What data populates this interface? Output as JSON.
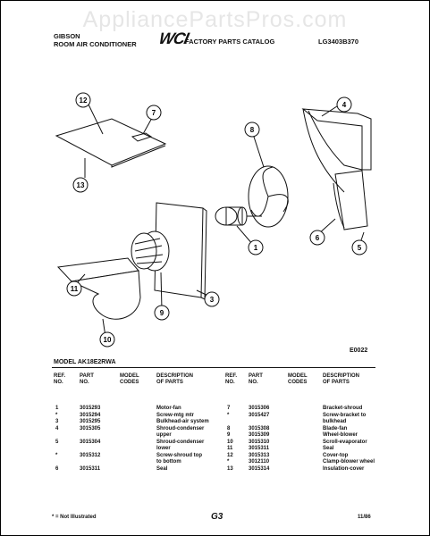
{
  "watermark": "AppliancePartsPros.com",
  "header": {
    "brand": "GIBSON",
    "product": "ROOM AIR CONDITIONER",
    "logo": "WCI",
    "catalog": "FACTORY PARTS CATALOG",
    "page_code": "LG3403B370"
  },
  "diagram": {
    "drawing_code": "E0022",
    "callouts": [
      "12",
      "7",
      "13",
      "8",
      "4",
      "1",
      "6",
      "5",
      "11",
      "9",
      "3",
      "10"
    ]
  },
  "model_line": "MODEL AK18E2RWA",
  "table": {
    "headers": {
      "ref": [
        "REF.",
        "NO."
      ],
      "part": [
        "PART",
        "NO."
      ],
      "codes": [
        "MODEL",
        "CODES"
      ],
      "desc": [
        "DESCRIPTION",
        "OF PARTS"
      ]
    },
    "left_rows": [
      {
        "ref": "1",
        "part": "3015293",
        "desc": "Motor-fan"
      },
      {
        "ref": "*",
        "part": "3015294",
        "desc": "Screw-mtg mtr"
      },
      {
        "ref": "3",
        "part": "3015295",
        "desc": "Bulkhead-air system"
      },
      {
        "ref": "4",
        "part": "3015305",
        "desc": "Shroud-condenser"
      },
      {
        "ref": "",
        "part": "",
        "desc": "upper"
      },
      {
        "ref": "5",
        "part": "3015304",
        "desc": "Shroud-condenser"
      },
      {
        "ref": "",
        "part": "",
        "desc": "lower"
      },
      {
        "ref": "*",
        "part": "3015312",
        "desc": "Screw-shroud top"
      },
      {
        "ref": "",
        "part": "",
        "desc": "to bottom"
      },
      {
        "ref": "6",
        "part": "3015311",
        "desc": "Seal"
      }
    ],
    "right_rows": [
      {
        "ref": "7",
        "part": "3015306",
        "desc": "Bracket-shroud"
      },
      {
        "ref": "*",
        "part": "3015427",
        "desc": "Screw-bracket to"
      },
      {
        "ref": "",
        "part": "",
        "desc": "bulkhead"
      },
      {
        "ref": "8",
        "part": "3015308",
        "desc": "Blade-fan"
      },
      {
        "ref": "9",
        "part": "3015309",
        "desc": "Wheel-blower"
      },
      {
        "ref": "10",
        "part": "3015310",
        "desc": "Scroll-evaporator"
      },
      {
        "ref": "11",
        "part": "3015311",
        "desc": "Seal"
      },
      {
        "ref": "12",
        "part": "3015313",
        "desc": "Cover-top"
      },
      {
        "ref": "*",
        "part": "3012110",
        "desc": "Clamp-blower wheel"
      },
      {
        "ref": "13",
        "part": "3015314",
        "desc": "Insulation-cover"
      }
    ]
  },
  "footer": {
    "note": "* = Not Illustrated",
    "page_number": "G3",
    "date": "11/86"
  }
}
